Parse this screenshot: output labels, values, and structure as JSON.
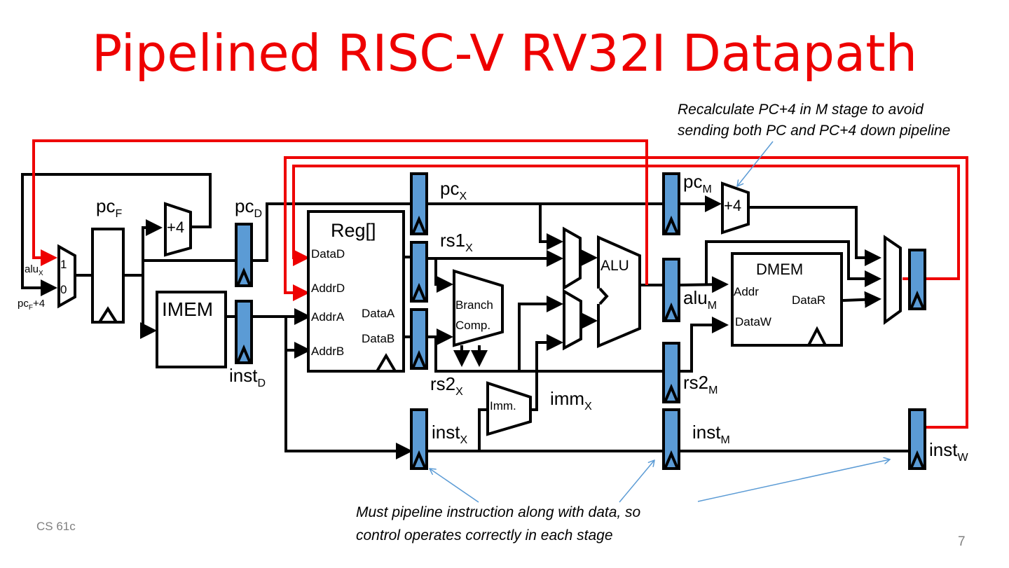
{
  "slide": {
    "title": "Pipelined RISC-V RV32I Datapath",
    "footer_left": "CS 61c",
    "page_number": "7",
    "colors": {
      "title": "#ee0000",
      "forward_wire": "#ee0000",
      "pipeline_register": "#5b9bd5",
      "annotation_arrow": "#5b9bd5",
      "footer": "#808080"
    }
  },
  "annotations": {
    "top_right": [
      "Recalculate PC+4 in M stage to avoid",
      "sending both PC and PC+4 down pipeline"
    ],
    "bottom": [
      "Must pipeline instruction along with data, so",
      "control operates correctly in each stage"
    ]
  },
  "components": {
    "pc_mux": {
      "in1": "1",
      "in0": "0"
    },
    "pc_adder_f": "+4",
    "imem": "IMEM",
    "regfile": {
      "title": "Reg[]",
      "ports": [
        "DataD",
        "AddrD",
        "AddrA",
        "AddrB",
        "DataA",
        "DataB"
      ]
    },
    "branch_comp": [
      "Branch",
      "Comp."
    ],
    "alu": "ALU",
    "imm_gen": "Imm.",
    "dmem": {
      "title": "DMEM",
      "ports": [
        "Addr",
        "DataR",
        "DataW"
      ]
    },
    "pc_adder_m": "+4"
  },
  "signals": {
    "alu_x": {
      "base": "alu",
      "sub": "X"
    },
    "pcf_plus4": {
      "base": "pc",
      "sub": "F",
      "suffix": "+4"
    },
    "pc_f": {
      "base": "pc",
      "sub": "F"
    },
    "pc_d": {
      "base": "pc",
      "sub": "D"
    },
    "inst_d": {
      "base": "inst",
      "sub": "D"
    },
    "pc_x": {
      "base": "pc",
      "sub": "X"
    },
    "rs1_x": {
      "base": "rs1",
      "sub": "X"
    },
    "rs2_x": {
      "base": "rs2",
      "sub": "X"
    },
    "imm_x": {
      "base": "imm",
      "sub": "X"
    },
    "inst_x": {
      "base": "inst",
      "sub": "X"
    },
    "pc_m": {
      "base": "pc",
      "sub": "M"
    },
    "alu_m": {
      "base": "alu",
      "sub": "M"
    },
    "rs2_m": {
      "base": "rs2",
      "sub": "M"
    },
    "inst_m": {
      "base": "inst",
      "sub": "M"
    },
    "inst_w": {
      "base": "inst",
      "sub": "W"
    }
  }
}
